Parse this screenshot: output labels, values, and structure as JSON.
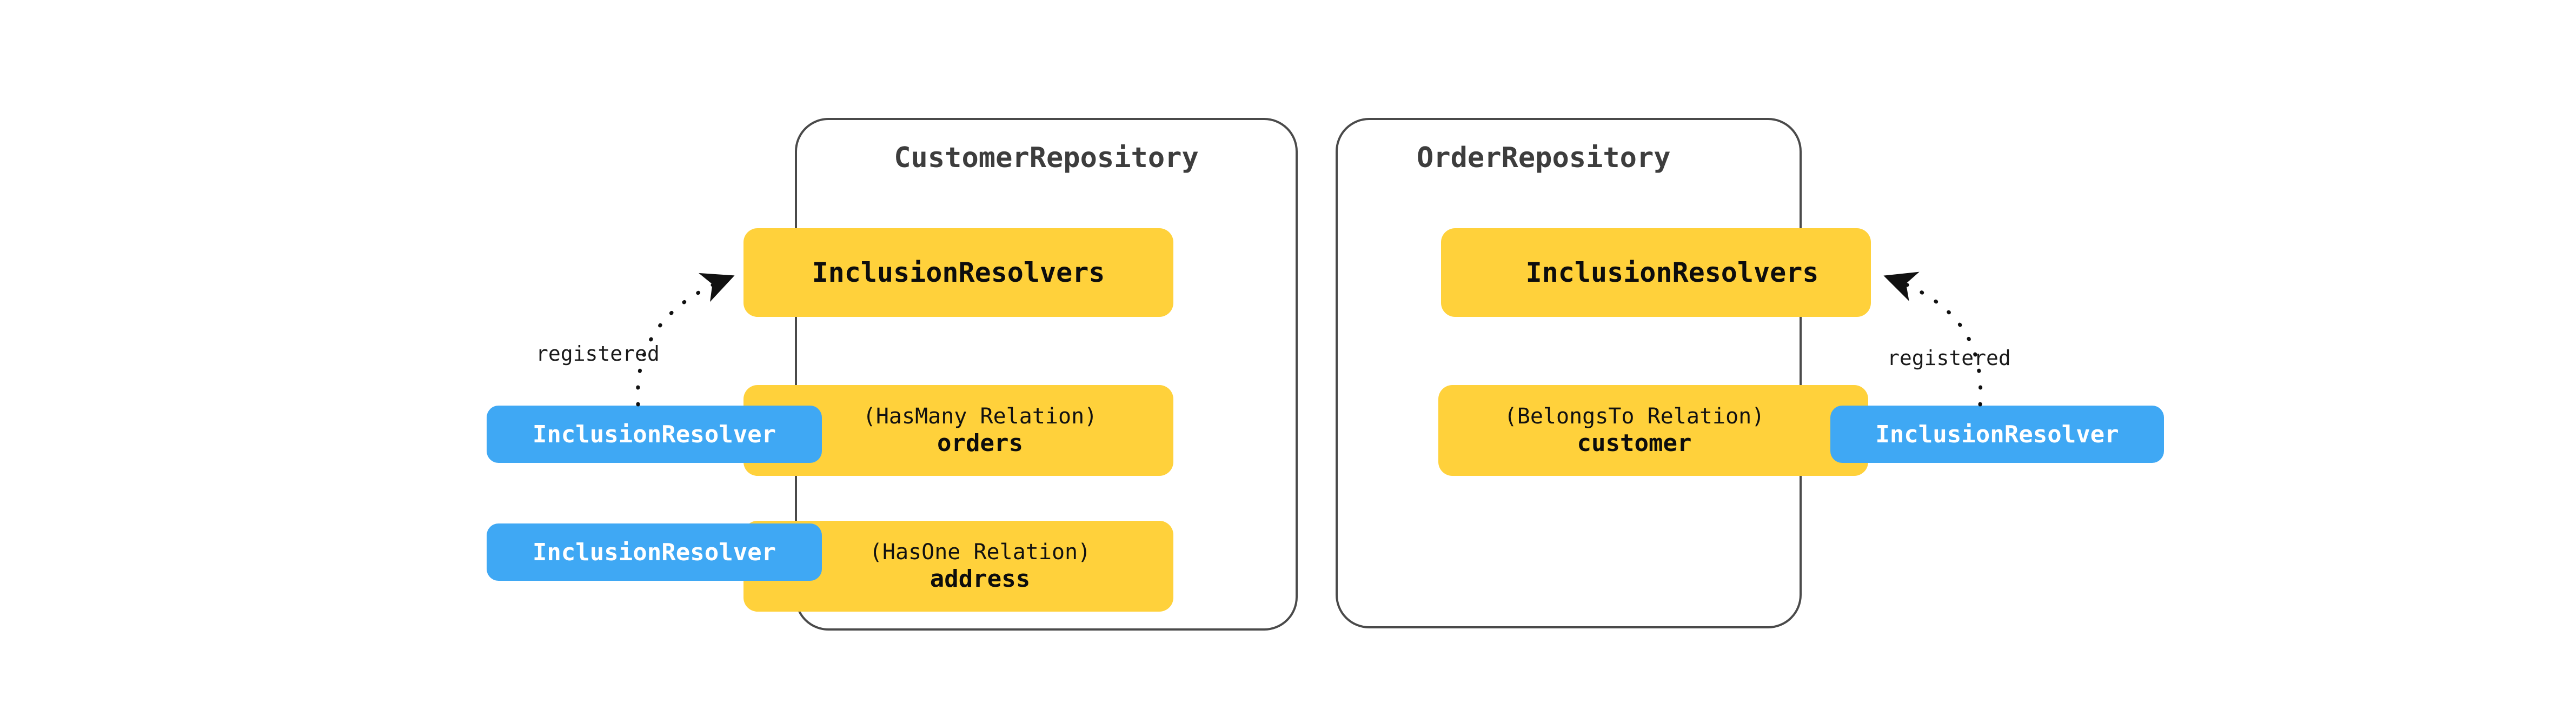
{
  "diagram": {
    "title": "Inclusion resolver registration across repositories",
    "background_color": "#ffffff",
    "colors": {
      "card_yellow": "#ffd13b",
      "chip_blue": "#3fa8f4",
      "container_border": "#4a4a4a",
      "title_text": "#3d3d3d",
      "card_text": "#0d0d0d",
      "chip_text": "#ffffff",
      "edge": "#1a1a1a"
    }
  },
  "repositories": [
    {
      "name": "customer-repository",
      "title": "CustomerRepository",
      "resolvers_card": {
        "label": "InclusionResolvers"
      },
      "relations": [
        {
          "kind": "(HasMany Relation)",
          "name": "orders"
        },
        {
          "kind": "(HasOne Relation)",
          "name": "address"
        }
      ],
      "resolver_chips": [
        {
          "label": "InclusionResolver"
        },
        {
          "label": "InclusionResolver"
        }
      ],
      "edge": {
        "label": "registered",
        "style": "dotted",
        "arrow": "to-resolvers-card"
      }
    },
    {
      "name": "order-repository",
      "title": "OrderRepository",
      "resolvers_card": {
        "label": "InclusionResolvers"
      },
      "relations": [
        {
          "kind": "(BelongsTo Relation)",
          "name": "customer"
        }
      ],
      "resolver_chips": [
        {
          "label": "InclusionResolver"
        }
      ],
      "edge": {
        "label": "registered",
        "style": "dotted",
        "arrow": "to-resolvers-card"
      }
    }
  ]
}
